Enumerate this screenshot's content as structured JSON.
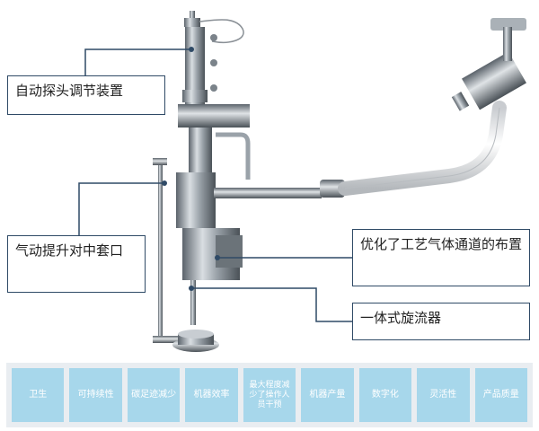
{
  "labels": {
    "probe_adjuster": "自动探头调节装置",
    "pneumatic_lift": "气动提升对中套口",
    "gas_channel": "优化了工艺气体通道的布置",
    "swirler": "一体式旋流器"
  },
  "benefits": [
    "卫生",
    "可持续性",
    "碳足迹减少",
    "机器效率",
    "最大程度减少了操作人员干预",
    "机器产量",
    "数字化",
    "灵活性",
    "产品质量"
  ]
}
